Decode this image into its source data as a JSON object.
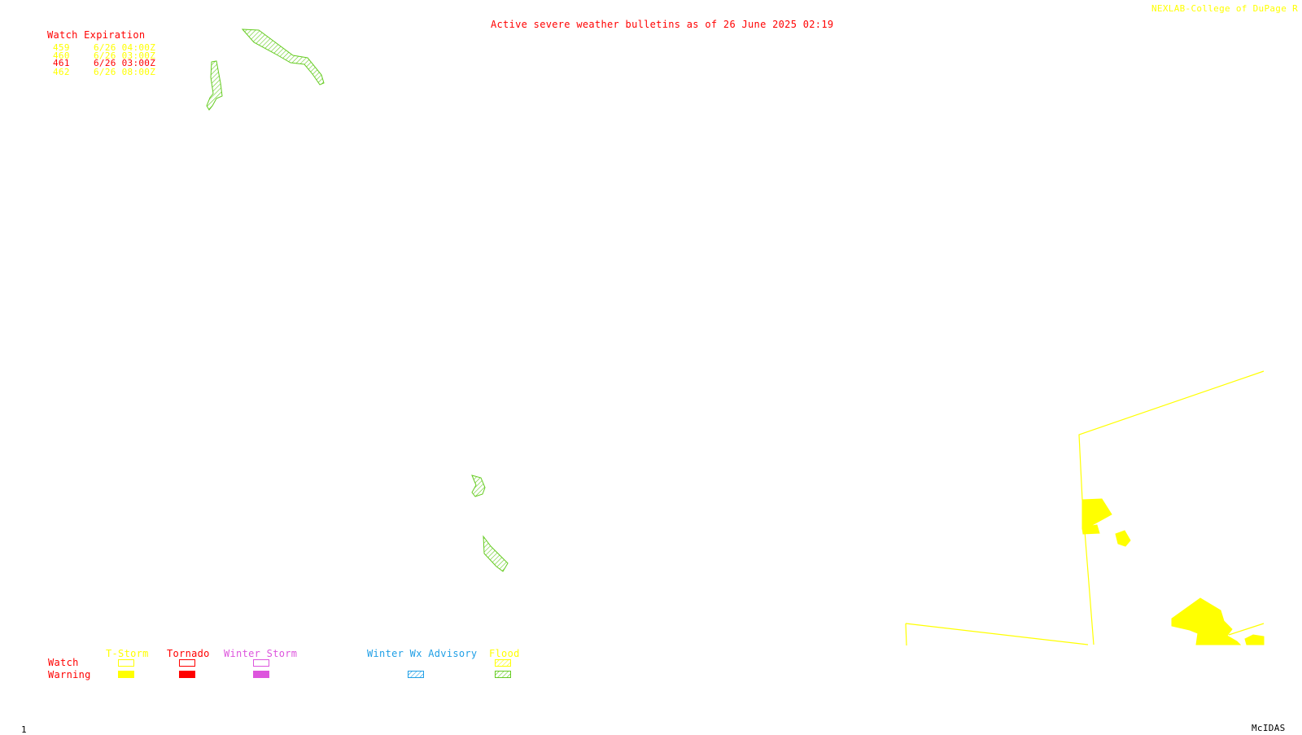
{
  "header": {
    "title": "Active severe weather bulletins as of 26 June 2025 02:19",
    "credit": "NEXLAB-College of DuPage R"
  },
  "watch_table": {
    "heading": "Watch Expiration",
    "rows": [
      {
        "id": "459",
        "expires": "6/26 04:00Z",
        "color": "#ffff00"
      },
      {
        "id": "460",
        "expires": "6/26 03:00Z",
        "color": "#ffff00"
      },
      {
        "id": "461",
        "expires": "6/26 03:00Z",
        "color": "#ff0000"
      },
      {
        "id": "462",
        "expires": "6/26 08:00Z",
        "color": "#ffff00"
      }
    ]
  },
  "legend": {
    "row_watch": "Watch",
    "row_warning": "Warning",
    "categories": [
      {
        "label": "T-Storm",
        "color": "#ffff00",
        "watch_style": "outline",
        "warning_style": "solid"
      },
      {
        "label": "Tornado",
        "color": "#ff0000",
        "watch_style": "outline",
        "warning_style": "solid"
      },
      {
        "label": "Winter Storm",
        "color": "#dd55dd",
        "watch_style": "outline",
        "warning_style": "solid"
      },
      {
        "label": "Winter Wx Advisory",
        "color": "#1f9fe6",
        "warning_style": "hatched"
      },
      {
        "label": "Flood",
        "color": "#ffff00",
        "watch_style": "hatched",
        "warning_style": "hatched-green"
      }
    ]
  },
  "map": {
    "flood_color": "#66cc22",
    "boundary_color": "#ffff00",
    "warning_fill": "#ffff00"
  },
  "footer": {
    "frame_number": "1",
    "software": "McIDAS"
  }
}
